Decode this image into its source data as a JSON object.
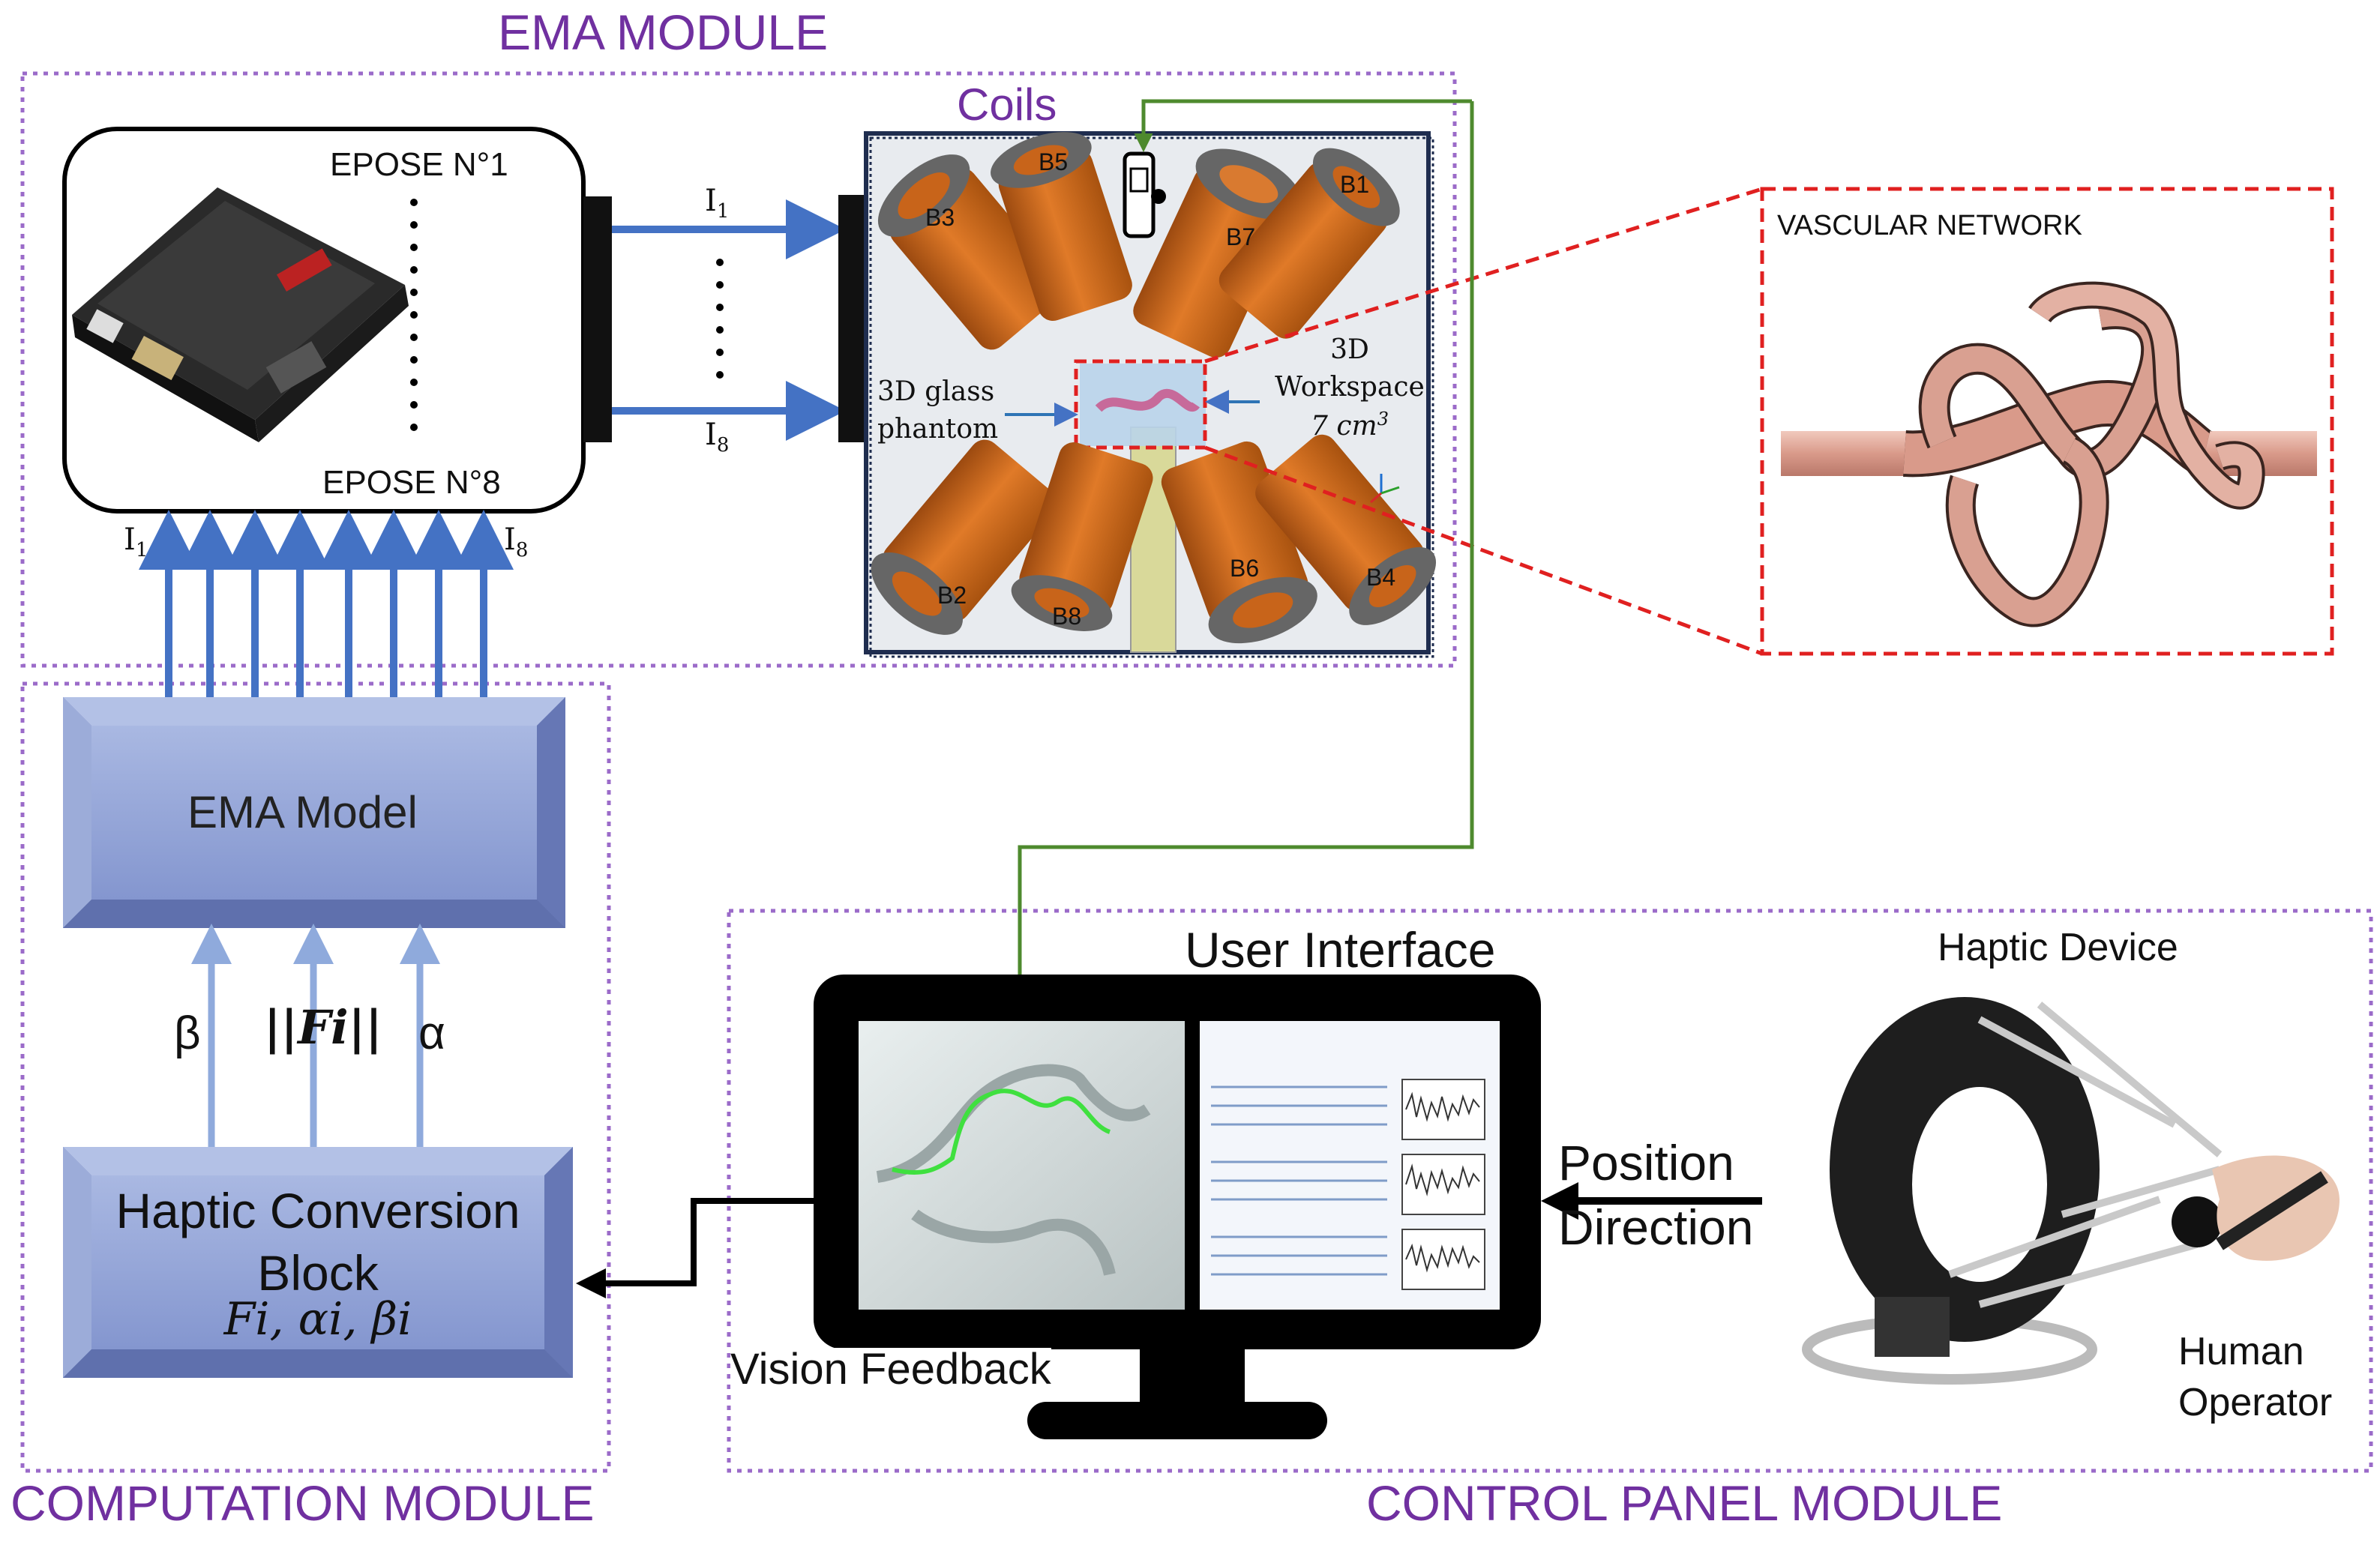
{
  "modules": {
    "ema": "EMA MODULE",
    "computation": "COMPUTATION MODULE",
    "control_panel": "CONTROL PANEL MODULE"
  },
  "ema": {
    "epose_first": "EPOSE N°1",
    "epose_last": "EPOSE N°8",
    "current_first": "I",
    "current_first_sub": "1",
    "current_last": "I",
    "current_last_sub": "8",
    "coils_title": "Coils",
    "coil_labels": [
      "B1",
      "B2",
      "B3",
      "B4",
      "B5",
      "B6",
      "B7",
      "B8"
    ],
    "glass_phantom_line1": "3D glass",
    "glass_phantom_line2": "phantom",
    "workspace_line1": "3D",
    "workspace_line2": "Workspace",
    "workspace_volume": "7 cm",
    "workspace_volume_exp": "3",
    "vascular_network": "VASCULAR NETWORK"
  },
  "computation": {
    "ema_model": "EMA Model",
    "beta": "β",
    "force_norm": "||Fi||",
    "alpha": "α",
    "haptic_block_line1": "Haptic Conversion",
    "haptic_block_line2": "Block",
    "haptic_block_vars": "Fi, αi, βi"
  },
  "control_panel": {
    "user_interface": "User Interface",
    "vision_feedback": "Vision Feedback",
    "position": "Position",
    "direction": "Direction",
    "haptic_device": "Haptic Device",
    "human_line1": "Human",
    "human_line2": "Operator"
  },
  "colors": {
    "module_border": "#9b6bc9",
    "module_text": "#7030a0",
    "current_arrow": "#4472c4",
    "signal_arrow": "#8faadc",
    "feedback_line": "#4e8a2e",
    "coil_orange": "#c8641a",
    "vessel_pink": "#d9a091",
    "block_blue": "#8ea3d6"
  }
}
